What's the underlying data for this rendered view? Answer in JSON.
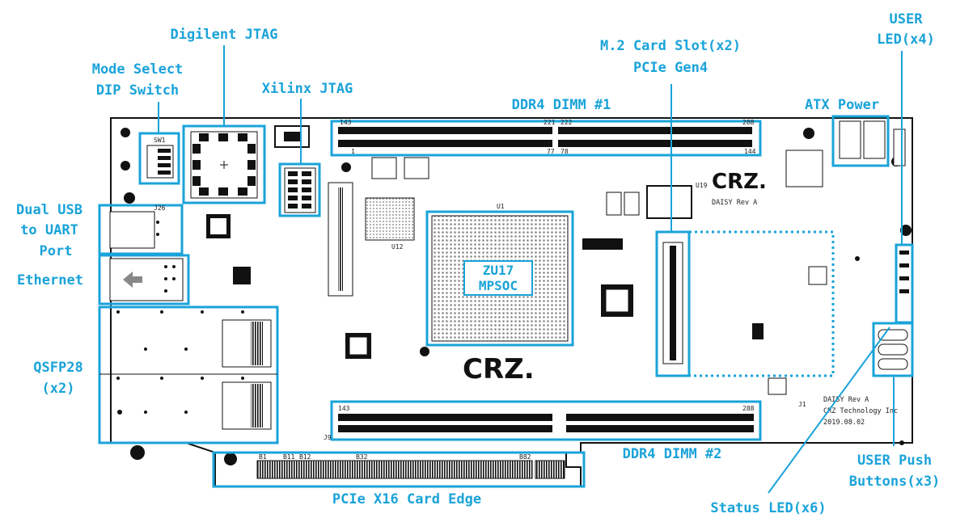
{
  "colors": {
    "accent": "#1aa3d9",
    "board_outline": "#111111",
    "board_fill": "#ffffff"
  },
  "labels": {
    "digilent_jtag": "Digilent JTAG",
    "mode_select_1": "Mode Select",
    "mode_select_2": "DIP Switch",
    "xilinx_jtag": "Xilinx JTAG",
    "m2_1": "M.2 Card Slot(x2)",
    "m2_2": "PCIe Gen4",
    "ddr4_1": "DDR4 DIMM #1",
    "atx_power": "ATX Power",
    "user_led_1": "USER",
    "user_led_2": "LED(x4)",
    "usb_1": "Dual USB",
    "usb_2": "to UART",
    "usb_3": "Port",
    "ethernet": "Ethernet",
    "qsfp_1": "QSFP28",
    "qsfp_2": "(x2)",
    "chip_1": "ZU17",
    "chip_2": "MPSOC",
    "ddr4_2": "DDR4 DIMM #2",
    "user_push_1": "USER Push",
    "user_push_2": "Buttons(x3)",
    "pcie_edge": "PCIe X16 Card Edge",
    "status_led": "Status LED(x6)"
  },
  "silkscreen": {
    "logo": "CRZ.",
    "rev_top": "DAISY Rev A",
    "rev_bottom_1": "DAISY Rev A",
    "rev_bottom_2": "CRZ Technology Inc",
    "rev_bottom_3": "2019.08.02",
    "u1": "U1",
    "u12": "U12",
    "u19": "U19",
    "j1": "J1",
    "j9": "J9",
    "sw1": "SW1",
    "j26": "J26",
    "dimm_left_top": "143",
    "dimm_mid_top_a": "221",
    "dimm_mid_top_b": "222",
    "dimm_right_top": "288",
    "dimm_left_bot": "1",
    "dimm_mid_bot_a": "77",
    "dimm_mid_bot_b": "78",
    "dimm_right_bot": "144",
    "edge_b1": "B1",
    "edge_b11": "B11",
    "edge_b12": "B12",
    "edge_b32": "B32",
    "edge_b82": "B82"
  }
}
